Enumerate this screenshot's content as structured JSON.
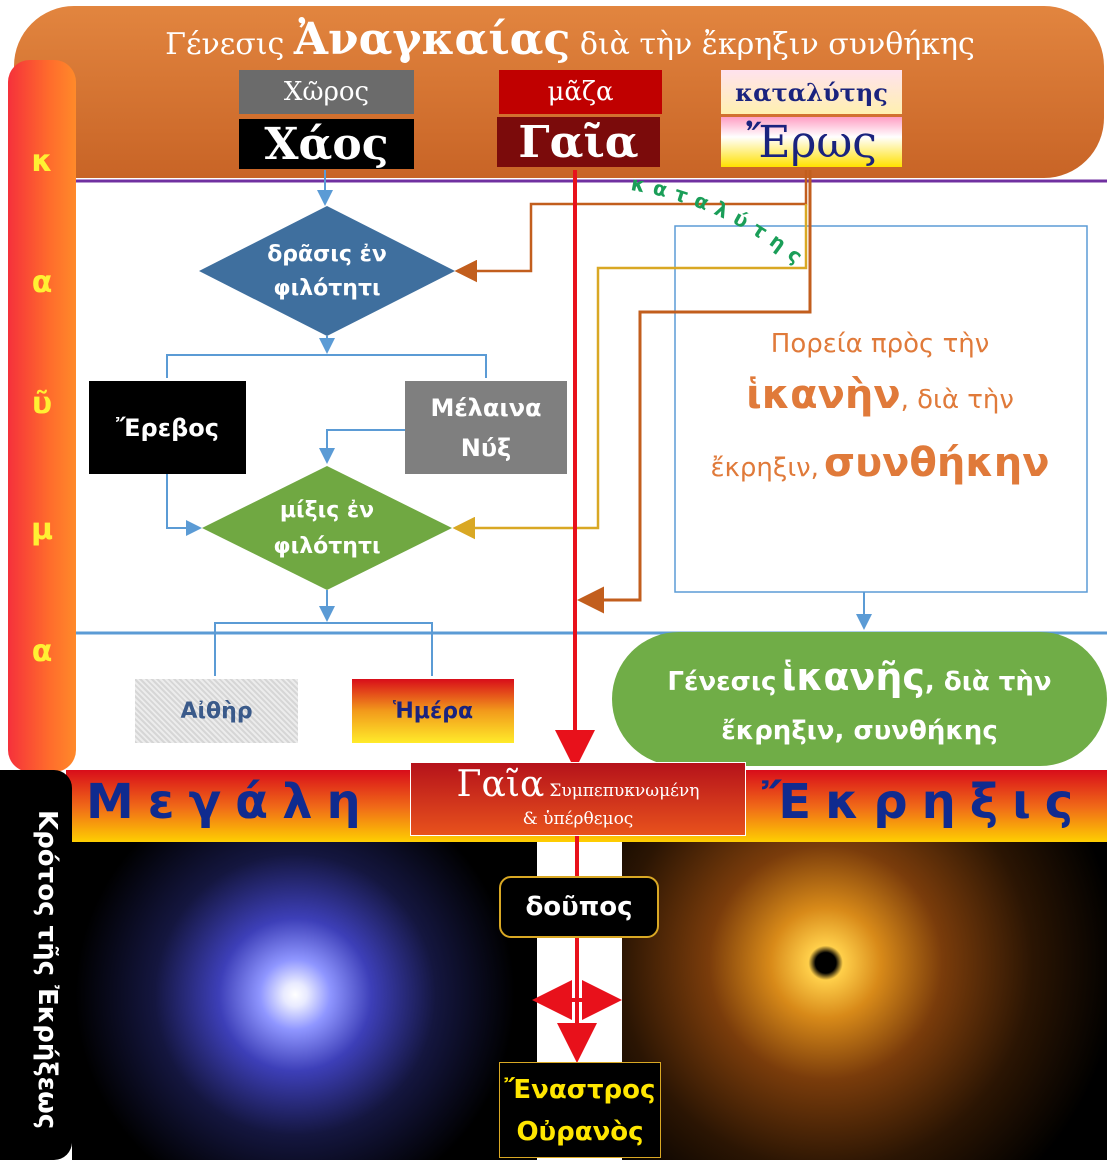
{
  "header": {
    "prefix": "Γένεσις",
    "emphasis": "Ἀναγκαίας",
    "suffix": "διὰ τὴν ἔκρηξιν συνθήκης"
  },
  "triad": {
    "space_label": "Χῶρος",
    "space_name": "Χάος",
    "mass_label": "μᾶζα",
    "mass_name": "Γαῖα",
    "catalyst_label": "καταλύτης",
    "catalyst_name": "Ἔρως"
  },
  "side_band": {
    "letters": [
      "κ",
      "α",
      "ῦ",
      "μ",
      "α"
    ]
  },
  "flow": {
    "action_diamond": "δρᾶσις ἐν φιλότητι",
    "erebos": "Ἔρεβος",
    "night": "Μέλαινα Νύξ",
    "mixing_diamond": "μίξις ἐν φιλότητι",
    "aither": "Αἰθὴρ",
    "hemera": "Ἡμέρα",
    "catalyst_arc": "καταλύτης"
  },
  "path_box": {
    "line1": "Πορεία πρὸς τὴν",
    "emphasis1": "ἱκανὴν",
    "line2_rest": ", διὰ τὴν",
    "line3_start": "ἔκρηξιν,",
    "emphasis2": "συνθήκην"
  },
  "genesis_oval": {
    "prefix": "Γένεσις",
    "emphasis": "ἱκανῆς",
    "rest": ", διὰ τὴν",
    "line2": "ἔκρηξιν, συνθήκης"
  },
  "big_bang": {
    "word1": "Μεγάλη",
    "word2": "Ἔκρηξις",
    "center_name": "Γαῖα",
    "center_desc1": "Συμπεπυκνωμένη",
    "center_desc2": "& ὑπέρθεμος"
  },
  "footer": {
    "side_label": "Κρότος τῆς Ἐκρήξεως",
    "doupos": "δοῦπος",
    "sky_line1": "Ἔναστρος",
    "sky_line2": "Οὐρανὸς"
  },
  "colors": {
    "header": "#d0702e",
    "flow_blue": "#3f6f9e",
    "flow_green": "#70a842",
    "arrow_red": "#e8111b",
    "arrow_brown": "#c25e1d",
    "arrow_gold": "#d9a824",
    "band_text": "#102b8f",
    "catalyst_text": "#1a9e58",
    "path_text": "#e07a3a"
  }
}
